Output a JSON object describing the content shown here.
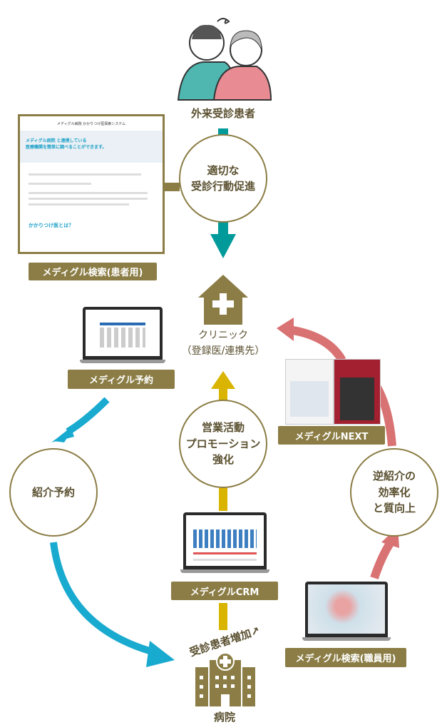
{
  "patients": {
    "label": "外来受診患者"
  },
  "circles": {
    "promote": "適切な\n受診行動促進",
    "referral": "紹介予約",
    "sales": "営業活動\nプロモーション\n強化",
    "reverse": "逆紹介の\n効率化\nと質向上"
  },
  "clinic": {
    "line1": "クリニック",
    "line2": "（登録医/連携先）"
  },
  "hospital": {
    "label": "病院",
    "increase": "受診患者増加↗"
  },
  "products": {
    "search_patient": "メディグル検索(患者用)",
    "reservation": "メディグル予約",
    "next": "メディグルNEXT",
    "crm": "メディグルCRM",
    "search_staff": "メディグル検索(職員用)"
  },
  "preview": {
    "title": "メディグル病院 かかりつけ医探索システム",
    "headline": "メディグル病院 と連携している\n医療機関を簡単に調べることができます。",
    "section": "かかりつけ医とは？"
  },
  "colors": {
    "olive": "#8b7d45",
    "teal": "#009a9a",
    "cyan": "#19aacf",
    "yellow": "#d9b400",
    "red": "#d97272"
  }
}
